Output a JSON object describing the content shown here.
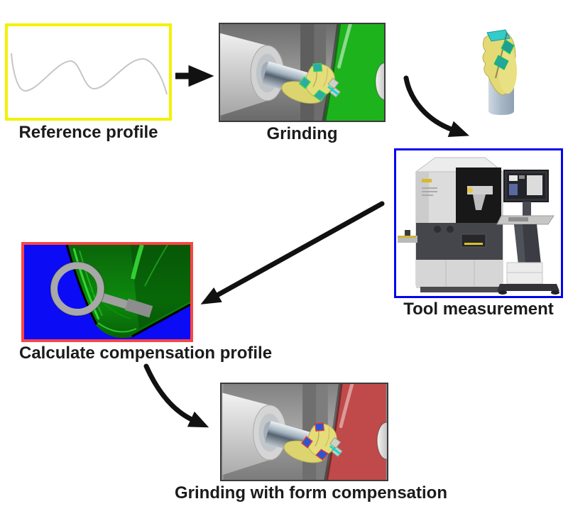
{
  "nodes": {
    "reference_profile": {
      "label": "Reference profile",
      "border_color": "#f2f200"
    },
    "grinding": {
      "label": "Grinding",
      "wheel_color": "#1db31d",
      "insert_color": "#2fa9a9",
      "insert_edge_color": "#27d84f"
    },
    "tool_3d": {
      "icon": "end-mill-tool-icon"
    },
    "tool_measurement": {
      "label": "Tool measurement",
      "border_color": "#0404f0"
    },
    "calculate_compensation": {
      "label": "Calculate compensation profile",
      "border_color": "#fa4545",
      "background_color": "#0b0bf5",
      "surface_color": "#0c7a0c",
      "icon": "magnifier-icon"
    },
    "grinding_form_compensation": {
      "label": "Grinding with form compensation",
      "wheel_color": "#c04a4a",
      "insert_color": "#2b55d5",
      "insert_edge_color": "#e03c3c"
    }
  },
  "arrows": {
    "reference_to_grinding": {
      "icon": "arrow-right-icon"
    },
    "grinding_to_measurement": {
      "icon": "curved-arrow-down-right-icon"
    },
    "measurement_to_compensation": {
      "icon": "diagonal-arrow-down-left-icon"
    },
    "compensation_to_grinding": {
      "icon": "curved-arrow-down-right-icon"
    }
  },
  "colors": {
    "canvas_background": "#ffffff",
    "arrow": "#111111",
    "label_text": "#1b1b1b",
    "profile_curve": "#c6c6c6"
  }
}
